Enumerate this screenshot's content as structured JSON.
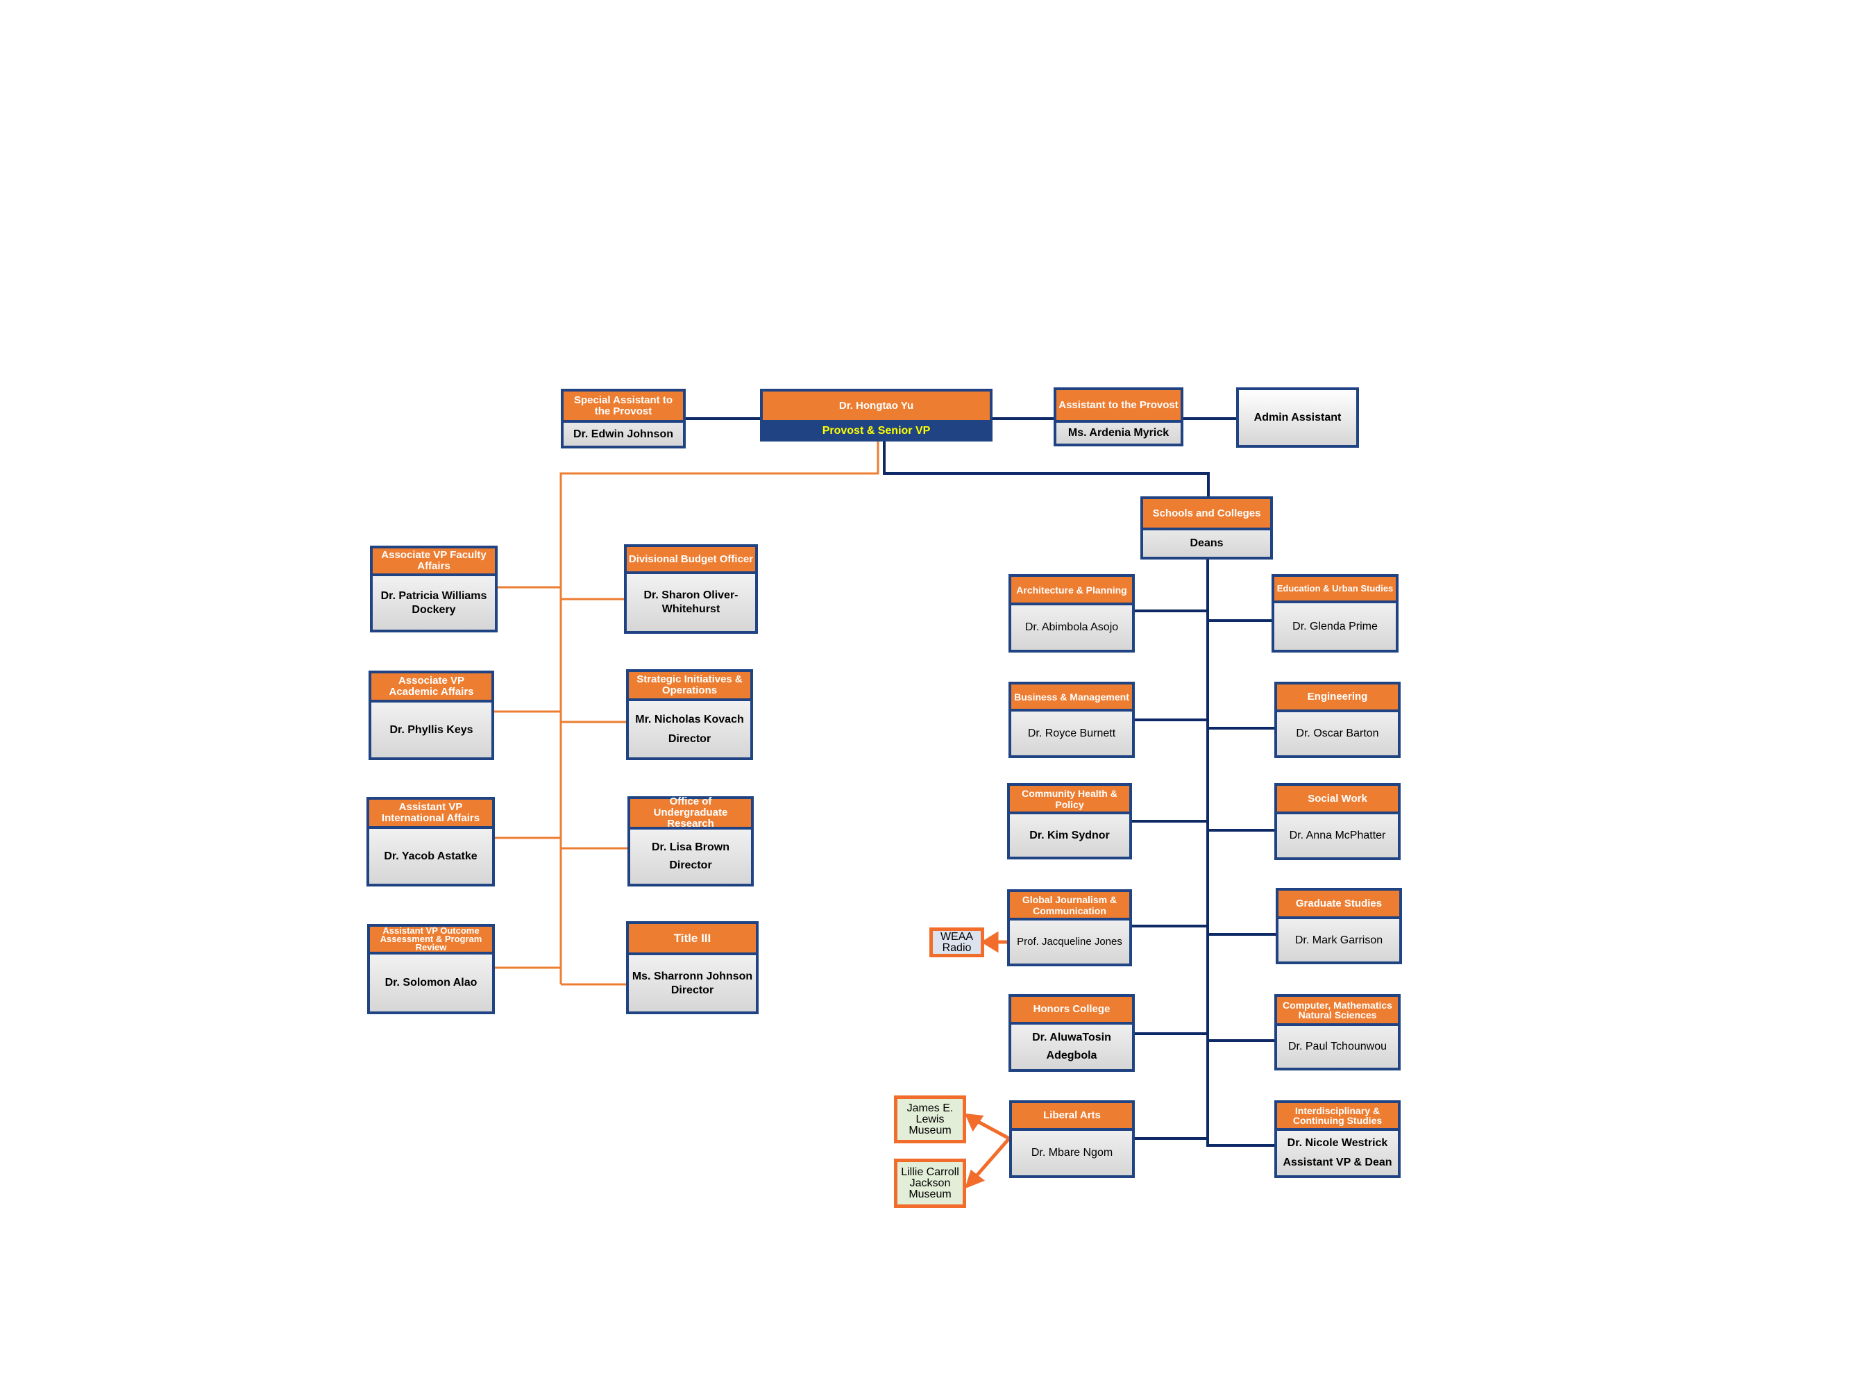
{
  "top": {
    "special_assistant": {
      "title": "Special Assistant to the Provost",
      "name": "Dr. Edwin Johnson"
    },
    "provost": {
      "name": "Dr. Hongtao Yu",
      "title": "Provost & Senior VP"
    },
    "assistant_provost": {
      "title": "Assistant to the Provost",
      "name": "Ms. Ardenia Myrick"
    },
    "admin_assistant": {
      "title": "Admin Assistant"
    }
  },
  "left_units": [
    {
      "title": "Associate VP Faculty Affairs",
      "name": "Dr. Patricia Williams Dockery"
    },
    {
      "title": "Associate VP Academic Affairs",
      "name": "Dr. Phyllis Keys"
    },
    {
      "title": "Assistant VP International Affairs",
      "name": "Dr. Yacob Astatke"
    },
    {
      "title": "Assistant VP Outcome Assessment & Program Review",
      "name": "Dr. Solomon Alao"
    }
  ],
  "center_units": [
    {
      "title": "Divisional Budget Officer",
      "name": "Dr. Sharon Oliver-Whitehurst"
    },
    {
      "title": "Strategic Initiatives & Operations",
      "name": "Mr. Nicholas Kovach",
      "role": "Director"
    },
    {
      "title": "Office of Undergraduate Research",
      "name": "Dr. Lisa Brown",
      "role": "Director"
    },
    {
      "title": "Title III",
      "name": "Ms. Sharronn Johnson",
      "role": "Director"
    }
  ],
  "schools": {
    "title": "Schools and Colleges",
    "name": "Deans"
  },
  "deans_left": [
    {
      "title": "Architecture & Planning",
      "name": "Dr. Abimbola Asojo"
    },
    {
      "title": "Business & Management",
      "name": "Dr. Royce Burnett"
    },
    {
      "title": "Community Health & Policy",
      "name": "Dr. Kim Sydnor"
    },
    {
      "title": "Global Journalism & Communication",
      "name": "Prof. Jacqueline Jones"
    },
    {
      "title": "Honors College",
      "name": "Dr. AluwaTosin Adegbola"
    },
    {
      "title": "Liberal Arts",
      "name": "Dr. Mbare Ngom"
    }
  ],
  "deans_right": [
    {
      "title": "Education & Urban Studies",
      "name": "Dr. Glenda Prime"
    },
    {
      "title": "Engineering",
      "name": "Dr. Oscar Barton"
    },
    {
      "title": "Social Work",
      "name": "Dr. Anna McPhatter"
    },
    {
      "title": "Graduate Studies",
      "name": "Dr. Mark Garrison"
    },
    {
      "title": "Computer, Mathematics Natural Sciences",
      "name": "Dr. Paul Tchounwou"
    },
    {
      "title": "Interdisciplinary & Continuing Studies",
      "name": "Dr. Nicole Westrick",
      "role": "Assistant VP & Dean"
    }
  ],
  "affiliates": {
    "radio": "WEAA Radio",
    "museum_1": "James E. Lewis Museum",
    "museum_2": "Lillie Carroll Jackson Museum"
  },
  "colors": {
    "navy": "#1f4383",
    "orange": "#ed7d31",
    "accent_yellow": "#ffff00",
    "line_navy": "#0e2a66"
  }
}
